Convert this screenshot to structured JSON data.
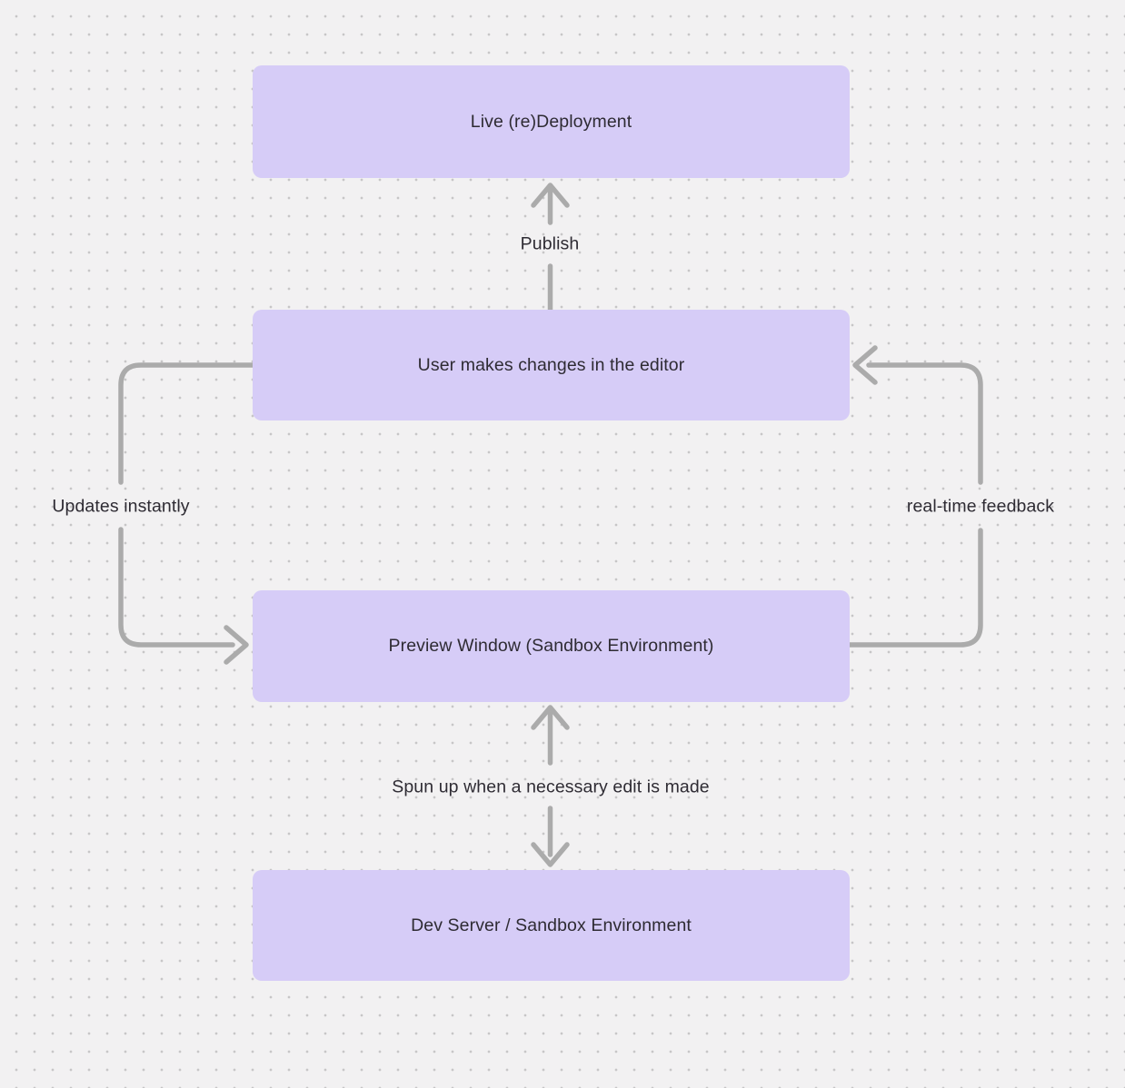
{
  "colors": {
    "canvas_bg": "#f2f1f2",
    "dot": "#c7c6c7",
    "node_fill": "#d6ccf7",
    "node_text": "#2e2b33",
    "label_text": "#2e2b33",
    "connector": "#ababab"
  },
  "nodes": [
    {
      "id": "live-redeployment",
      "label": "Live (re)Deployment"
    },
    {
      "id": "user-editor",
      "label": "User makes changes in the editor"
    },
    {
      "id": "preview-window",
      "label": "Preview Window (Sandbox Environment)"
    },
    {
      "id": "dev-server",
      "label": "Dev Server / Sandbox Environment"
    }
  ],
  "edges": [
    {
      "id": "publish",
      "from": "user-editor",
      "to": "live-redeployment",
      "direction": "up",
      "label": "Publish"
    },
    {
      "id": "updates-instantly",
      "from": "user-editor",
      "to": "preview-window",
      "direction": "left-side-down",
      "label": "Updates instantly"
    },
    {
      "id": "real-time-feedback",
      "from": "preview-window",
      "to": "user-editor",
      "direction": "right-side-up",
      "label": "real-time feedback"
    },
    {
      "id": "spun-up",
      "from": "preview-window",
      "to": "dev-server",
      "direction": "bidirectional",
      "label": "Spun up when a necessary edit is made"
    }
  ]
}
